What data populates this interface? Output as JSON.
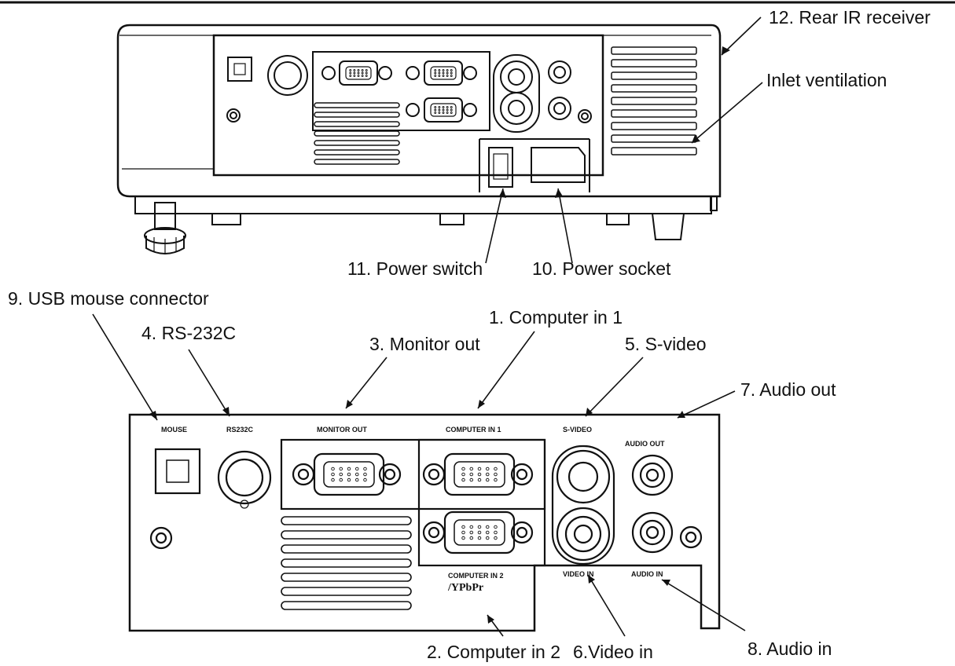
{
  "callouts": {
    "rear_ir_receiver": "12. Rear IR receiver",
    "inlet_ventilation": "Inlet ventilation",
    "power_switch": "11. Power switch",
    "power_socket": "10. Power socket",
    "usb_mouse_connector": "9. USB mouse connector",
    "rs232c": "4. RS-232C",
    "monitor_out": "3. Monitor out",
    "computer_in_1": "1. Computer in 1",
    "s_video": "5. S-video",
    "audio_out": "7. Audio out",
    "computer_in_2": "2. Computer in 2",
    "video_in": "6.Video in",
    "audio_in": "8. Audio in"
  },
  "panel_labels": {
    "mouse": "MOUSE",
    "rs232c": "RS232C",
    "monitor_out": "MONITOR OUT",
    "computer_in_1": "COMPUTER IN 1",
    "s_video": "S-VIDEO",
    "audio_out": "AUDIO OUT",
    "video_in": "VIDEO IN",
    "audio_in": "AUDIO IN",
    "computer_in_2": "COMPUTER IN 2",
    "ypbpr": "/YPbPr"
  }
}
